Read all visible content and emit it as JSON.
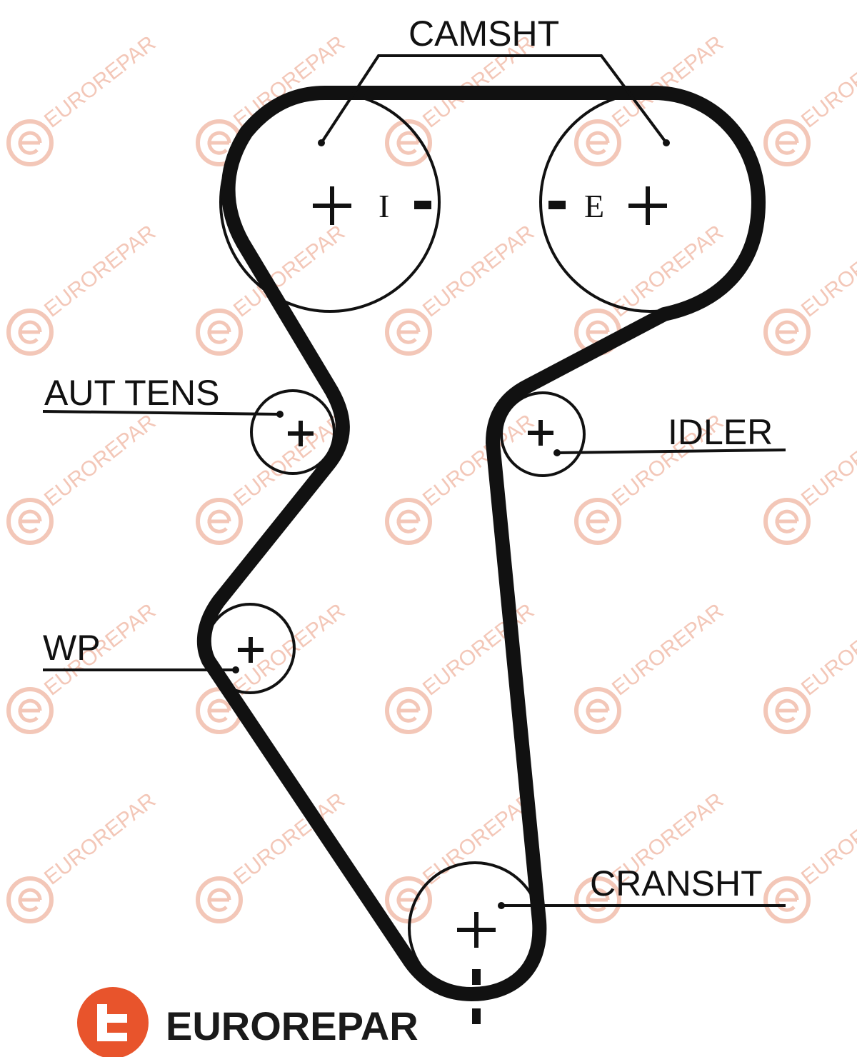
{
  "labels": {
    "camshaft": "CAMSHT",
    "auto_tensioner": "AUT TENS",
    "idler": "IDLER",
    "water_pump": "WP",
    "crankshaft": "CRANSHT"
  },
  "pulley_marks": {
    "intake": "I",
    "exhaust": "E"
  },
  "brand": {
    "name": "EUROREPAR",
    "logo_letter": "e",
    "color": "#e8542c"
  },
  "watermark": {
    "text": "EUROREPAR",
    "color": "#f3c7b8"
  }
}
